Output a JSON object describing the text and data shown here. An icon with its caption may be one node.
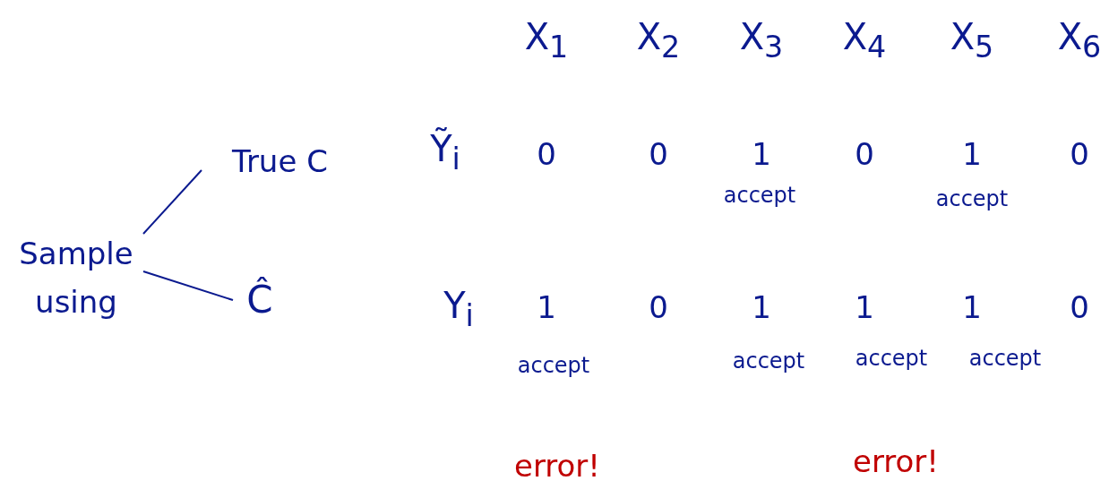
{
  "diagram": {
    "nodes": [
      {
        "text": [
          "Sample using"
        ]
      },
      {
        "text": [
          "True C"
        ]
      },
      {
        "text": [
          "Ĉ"
        ]
      }
    ],
    "edges": [
      {
        "from": 0,
        "to": 1,
        "arrow": "none"
      },
      {
        "from": 0,
        "to": 2,
        "arrow": "none"
      }
    ],
    "labels": [
      "X$_{1}$",
      "X$_{2}$",
      "X$_{3}$",
      "X$_{4}$",
      "X$_{5}$",
      "X$_{6}$",
      "Ỹ$_{i}$",
      "0",
      "0",
      "1",
      "0",
      "1",
      "0",
      "accept",
      "accept",
      "Y$_{i}$",
      "1",
      "0",
      "1",
      "1",
      "1",
      "0",
      "accept",
      "accept",
      "accept",
      "accept",
      "error!",
      "error!"
    ]
  }
}
